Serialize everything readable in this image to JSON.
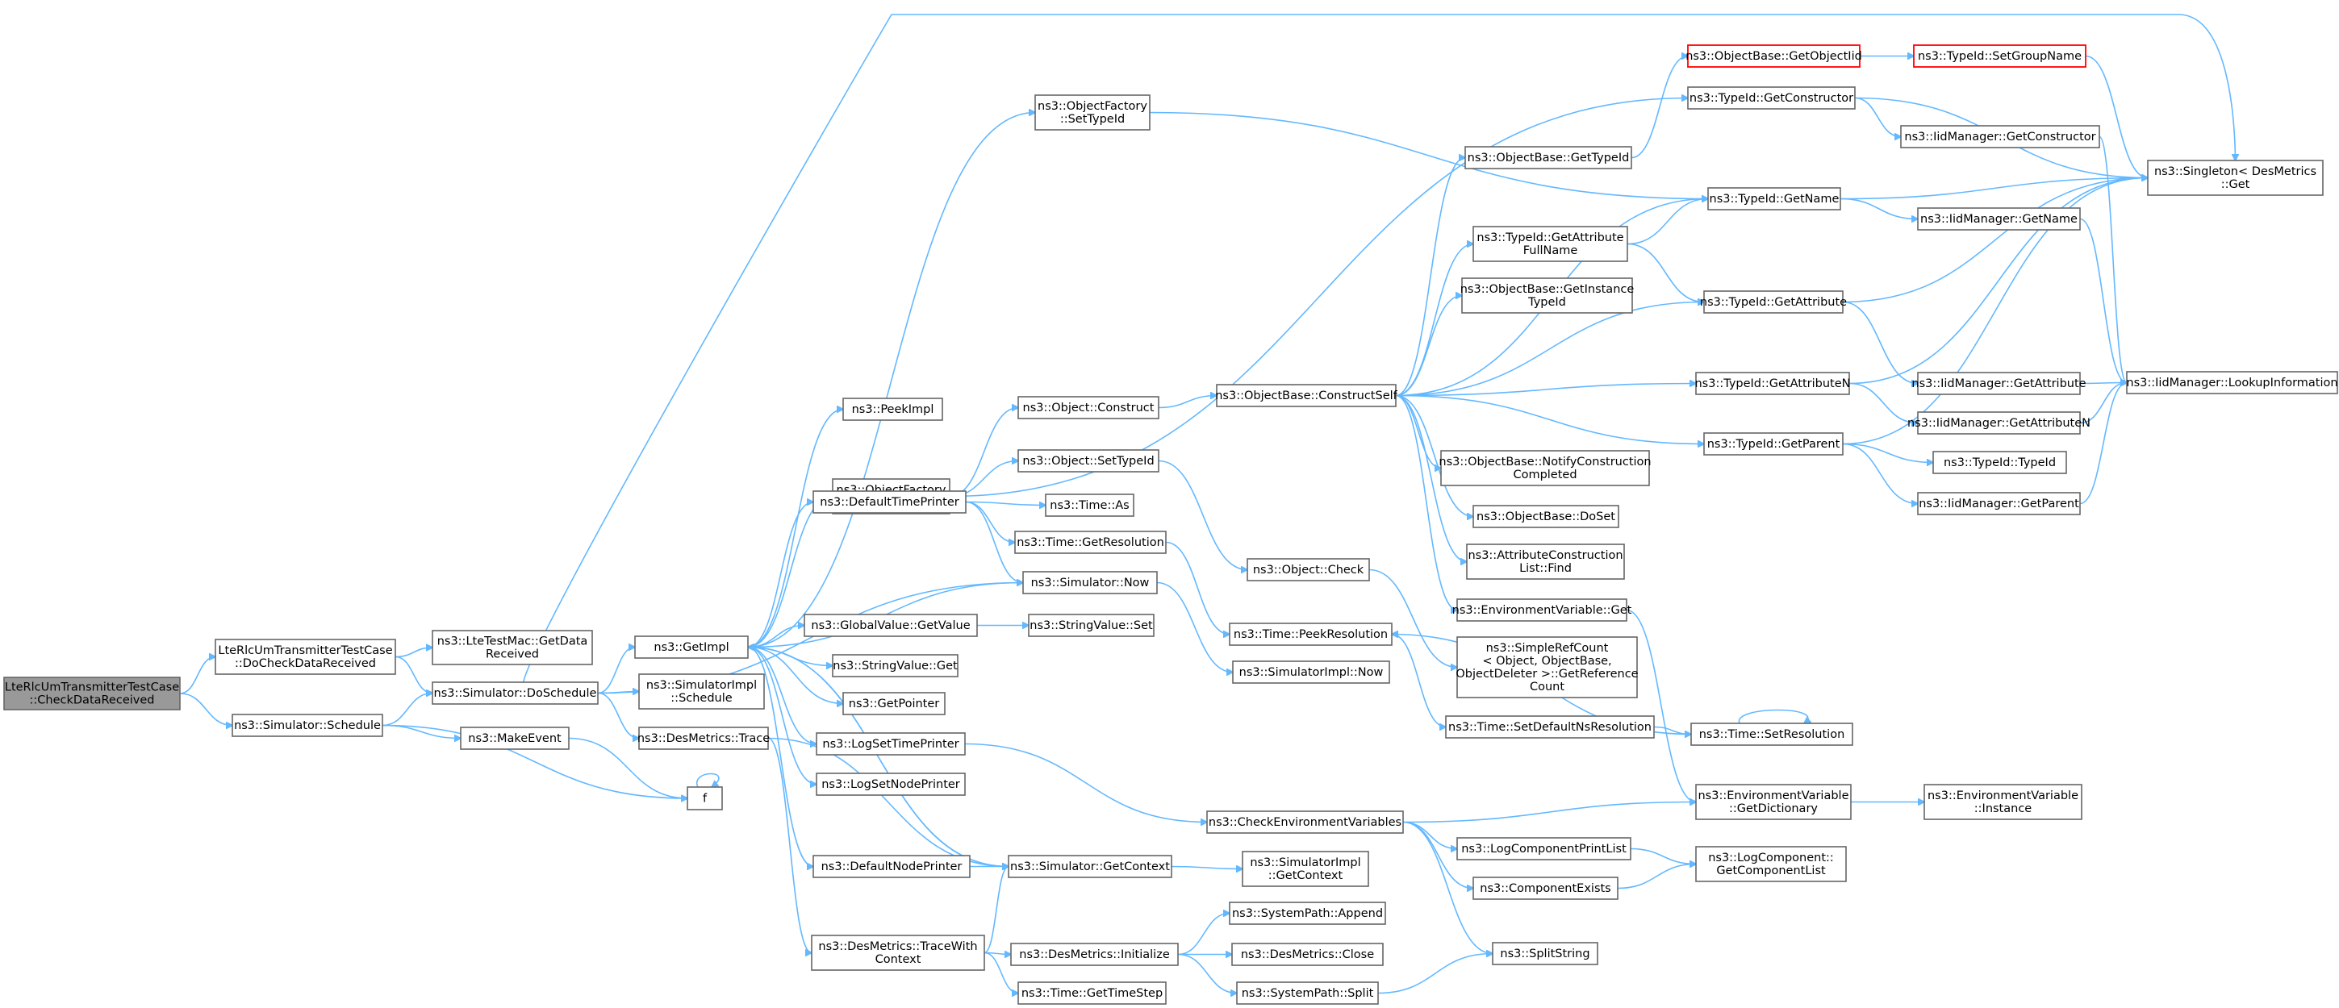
{
  "colors": {
    "edge": "#63b8ff",
    "box_border": "#666666",
    "root_fill": "#999999",
    "highlight_border": "#ff0000"
  },
  "nodes": [
    {
      "id": "root",
      "lines": [
        "LteRlcUmTransmitterTestCase",
        "::CheckDataReceived"
      ],
      "style": "root"
    },
    {
      "id": "docheck",
      "lines": [
        "LteRlcUmTransmitterTestCase",
        "::DoCheckDataReceived"
      ]
    },
    {
      "id": "getdata",
      "lines": [
        "ns3::LteTestMac::GetData",
        "Received"
      ]
    },
    {
      "id": "schedule",
      "lines": [
        "ns3::Simulator::Schedule"
      ]
    },
    {
      "id": "doschedule",
      "lines": [
        "ns3::Simulator::DoSchedule"
      ]
    },
    {
      "id": "makeevent",
      "lines": [
        "ns3::MakeEvent"
      ]
    },
    {
      "id": "f",
      "lines": [
        "f"
      ]
    },
    {
      "id": "getimpl",
      "lines": [
        "ns3::GetImpl"
      ]
    },
    {
      "id": "simimplsched",
      "lines": [
        "ns3::SimulatorImpl",
        "::Schedule"
      ]
    },
    {
      "id": "desmtrace",
      "lines": [
        "ns3::DesMetrics::Trace"
      ]
    },
    {
      "id": "peekimpl",
      "lines": [
        "ns3::PeekImpl"
      ]
    },
    {
      "id": "ofcreate",
      "lines": [
        "ns3::ObjectFactory",
        "::Create"
      ]
    },
    {
      "id": "ofsettypeid",
      "lines": [
        "ns3::ObjectFactory",
        "::SetTypeId"
      ]
    },
    {
      "id": "deftimeprinter",
      "lines": [
        "ns3::DefaultTimePrinter"
      ]
    },
    {
      "id": "simnow",
      "lines": [
        "ns3::Simulator::Now"
      ]
    },
    {
      "id": "gvgetvalue",
      "lines": [
        "ns3::GlobalValue::GetValue"
      ]
    },
    {
      "id": "svget",
      "lines": [
        "ns3::StringValue::Get"
      ]
    },
    {
      "id": "getpointer",
      "lines": [
        "ns3::GetPointer"
      ]
    },
    {
      "id": "logsettimeprinter",
      "lines": [
        "ns3::LogSetTimePrinter"
      ]
    },
    {
      "id": "logsetnodeprinter",
      "lines": [
        "ns3::LogSetNodePrinter"
      ]
    },
    {
      "id": "defnodeprinter",
      "lines": [
        "ns3::DefaultNodePrinter"
      ]
    },
    {
      "id": "simgetcontext",
      "lines": [
        "ns3::Simulator::GetContext"
      ]
    },
    {
      "id": "desmtracewith",
      "lines": [
        "ns3::DesMetrics::TraceWith",
        "Context"
      ]
    },
    {
      "id": "objconstruct",
      "lines": [
        "ns3::Object::Construct"
      ]
    },
    {
      "id": "objsettypeid",
      "lines": [
        "ns3::Object::SetTypeId"
      ]
    },
    {
      "id": "timeas",
      "lines": [
        "ns3::Time::As"
      ]
    },
    {
      "id": "timegetres",
      "lines": [
        "ns3::Time::GetResolution"
      ]
    },
    {
      "id": "svset",
      "lines": [
        "ns3::StringValue::Set"
      ]
    },
    {
      "id": "simimplgetctx",
      "lines": [
        "ns3::SimulatorImpl",
        "::GetContext"
      ]
    },
    {
      "id": "desminit",
      "lines": [
        "ns3::DesMetrics::Initialize"
      ]
    },
    {
      "id": "timegettimestep",
      "lines": [
        "ns3::Time::GetTimeStep"
      ]
    },
    {
      "id": "obconstructself",
      "lines": [
        "ns3::ObjectBase::ConstructSelf"
      ]
    },
    {
      "id": "objcheck",
      "lines": [
        "ns3::Object::Check"
      ]
    },
    {
      "id": "timepeekres",
      "lines": [
        "ns3::Time::PeekResolution"
      ]
    },
    {
      "id": "simimplnow",
      "lines": [
        "ns3::SimulatorImpl::Now"
      ]
    },
    {
      "id": "checkenvvars",
      "lines": [
        "ns3::CheckEnvironmentVariables"
      ]
    },
    {
      "id": "sysappend",
      "lines": [
        "ns3::SystemPath::Append"
      ]
    },
    {
      "id": "desmclose",
      "lines": [
        "ns3::DesMetrics::Close"
      ]
    },
    {
      "id": "syssplit",
      "lines": [
        "ns3::SystemPath::Split"
      ]
    },
    {
      "id": "obgettypeid",
      "lines": [
        "ns3::ObjectBase::GetTypeId"
      ]
    },
    {
      "id": "tidgetattrfullname",
      "lines": [
        "ns3::TypeId::GetAttribute",
        "FullName"
      ]
    },
    {
      "id": "obgetinsttypeid",
      "lines": [
        "ns3::ObjectBase::GetInstance",
        "TypeId"
      ]
    },
    {
      "id": "obnotifyconstr",
      "lines": [
        "ns3::ObjectBase::NotifyConstruction",
        "Completed"
      ]
    },
    {
      "id": "obdoset",
      "lines": [
        "ns3::ObjectBase::DoSet"
      ]
    },
    {
      "id": "attrconstrfind",
      "lines": [
        "ns3::AttributeConstruction",
        "List::Find"
      ]
    },
    {
      "id": "envvarget",
      "lines": [
        "ns3::EnvironmentVariable::Get"
      ]
    },
    {
      "id": "simplerefcount",
      "lines": [
        "ns3::SimpleRefCount",
        "< Object, ObjectBase,",
        "ObjectDeleter >::GetReference",
        "Count"
      ]
    },
    {
      "id": "timesetdefns",
      "lines": [
        "ns3::Time::SetDefaultNsResolution"
      ]
    },
    {
      "id": "logcompprintlist",
      "lines": [
        "ns3::LogComponentPrintList"
      ]
    },
    {
      "id": "componentexists",
      "lines": [
        "ns3::ComponentExists"
      ]
    },
    {
      "id": "splitstring",
      "lines": [
        "ns3::SplitString"
      ]
    },
    {
      "id": "obgetobjectiid",
      "lines": [
        "ns3::ObjectBase::GetObjectIid"
      ],
      "style": "red"
    },
    {
      "id": "tidsetgroupname",
      "lines": [
        "ns3::TypeId::SetGroupName"
      ],
      "style": "red"
    },
    {
      "id": "tidgetconstructor",
      "lines": [
        "ns3::TypeId::GetConstructor"
      ]
    },
    {
      "id": "tidgetname",
      "lines": [
        "ns3::TypeId::GetName"
      ]
    },
    {
      "id": "tidgetattribute",
      "lines": [
        "ns3::TypeId::GetAttribute"
      ]
    },
    {
      "id": "tidgetattributen",
      "lines": [
        "ns3::TypeId::GetAttributeN"
      ]
    },
    {
      "id": "tidgetparent",
      "lines": [
        "ns3::TypeId::GetParent"
      ]
    },
    {
      "id": "timesetres",
      "lines": [
        "ns3::Time::SetResolution"
      ]
    },
    {
      "id": "envvargetdict",
      "lines": [
        "ns3::EnvironmentVariable",
        "::GetDictionary"
      ]
    },
    {
      "id": "logcompgetlist",
      "lines": [
        "ns3::LogComponent::",
        "GetComponentList"
      ]
    },
    {
      "id": "iidgetconstructor",
      "lines": [
        "ns3::IidManager::GetConstructor"
      ]
    },
    {
      "id": "iidgetname",
      "lines": [
        "ns3::IidManager::GetName"
      ]
    },
    {
      "id": "iidgetattribute",
      "lines": [
        "ns3::IidManager::GetAttribute"
      ]
    },
    {
      "id": "iidgetattributen",
      "lines": [
        "ns3::IidManager::GetAttributeN"
      ]
    },
    {
      "id": "tidtypeid",
      "lines": [
        "ns3::TypeId::TypeId"
      ]
    },
    {
      "id": "iidgetparent",
      "lines": [
        "ns3::IidManager::GetParent"
      ]
    },
    {
      "id": "envvarinstance",
      "lines": [
        "ns3::EnvironmentVariable",
        "::Instance"
      ]
    },
    {
      "id": "singletonget",
      "lines": [
        "ns3::Singleton< DesMetrics",
        "::Get"
      ]
    },
    {
      "id": "iidlookup",
      "lines": [
        "ns3::IidManager::LookupInformation"
      ]
    }
  ]
}
